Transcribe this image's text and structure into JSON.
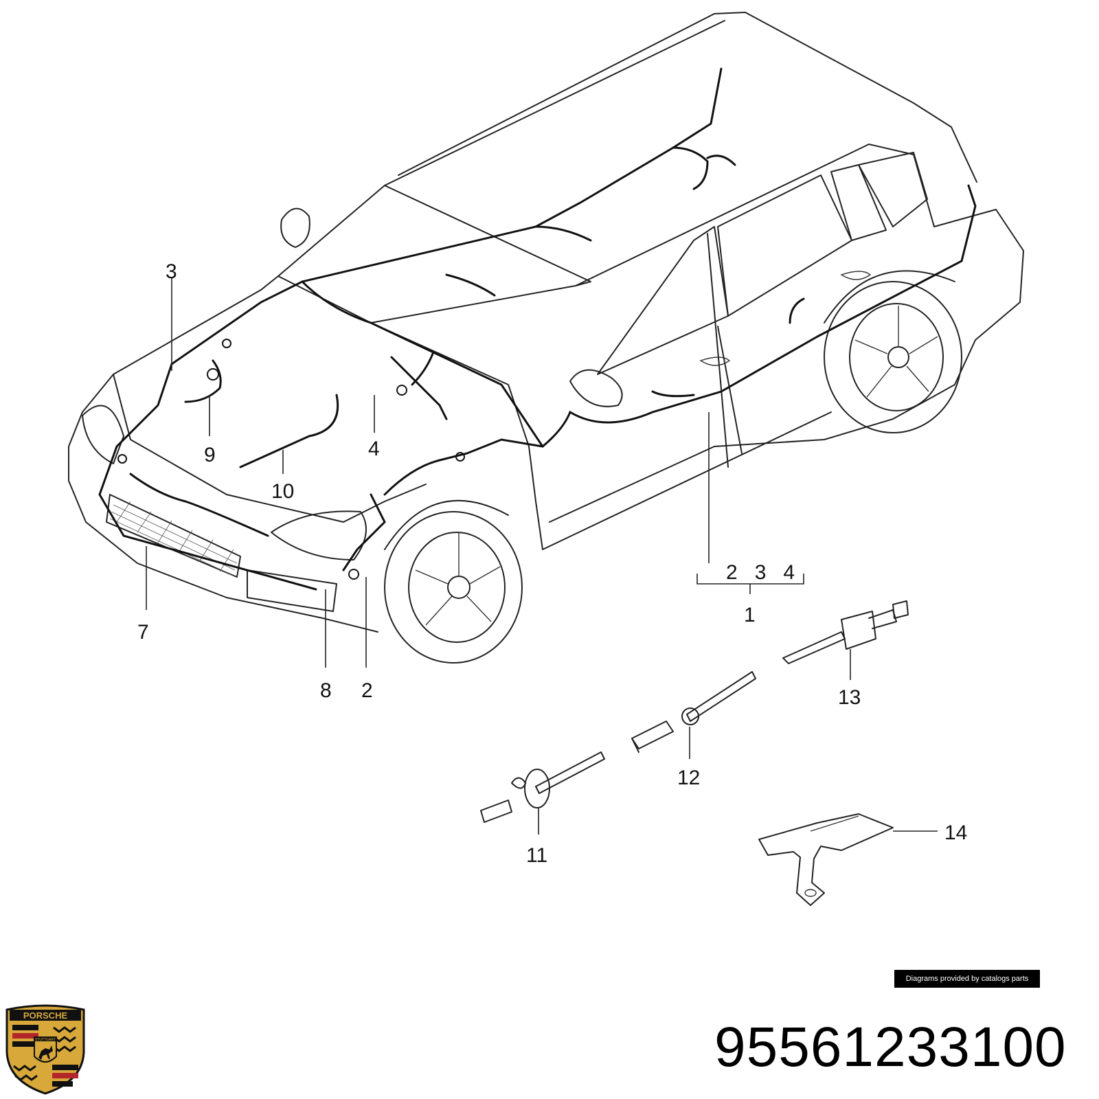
{
  "callouts": [
    {
      "id": "1",
      "text": "1"
    },
    {
      "id": "2",
      "text": "2"
    },
    {
      "id": "3",
      "text": "3"
    },
    {
      "id": "4",
      "text": "4"
    },
    {
      "id": "7",
      "text": "7"
    },
    {
      "id": "8",
      "text": "8"
    },
    {
      "id": "9",
      "text": "9"
    },
    {
      "id": "10",
      "text": "10"
    },
    {
      "id": "11",
      "text": "11"
    },
    {
      "id": "12",
      "text": "12"
    },
    {
      "id": "13",
      "text": "13"
    },
    {
      "id": "14",
      "text": "14"
    },
    {
      "id": "group",
      "text": "2   3   4"
    }
  ],
  "part_number": "95561233100",
  "credit": "Diagrams provided by catalogs parts",
  "logo": {
    "name": "porsche-crest",
    "text": "PORSCHE",
    "subtext": "STUTTGART",
    "colors": {
      "gold": "#d8a93a",
      "red": "#b3262a",
      "black": "#111111"
    }
  }
}
